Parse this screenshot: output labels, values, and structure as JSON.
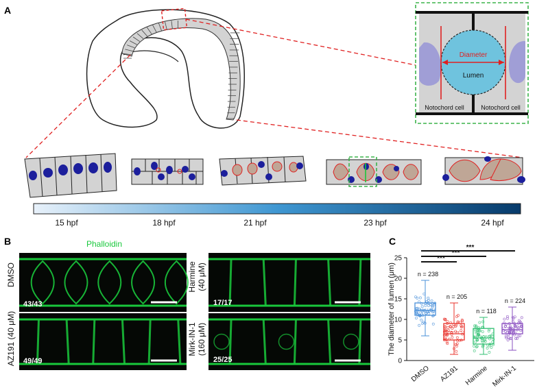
{
  "panel_a": {
    "label": "A",
    "inset": {
      "diameter_label": "Diameter",
      "lumen_label": "Lumen",
      "cell_left_label": "Notochord cell",
      "cell_right_label": "Notochord cell"
    },
    "timeline": [
      "15 hpf",
      "18 hpf",
      "21 hpf",
      "23 hpf",
      "24 hpf"
    ]
  },
  "panel_b": {
    "label": "B",
    "stain_label": "Phalloidin",
    "images": [
      {
        "condition": "DMSO",
        "count": "43/43"
      },
      {
        "condition": "AZ191  (40 μM)",
        "count": "49/49"
      },
      {
        "condition_line1": "Harmine",
        "condition_line2": "(40 μM)",
        "count": "17/17"
      },
      {
        "condition_line1": "Mirk-IN-1",
        "condition_line2": "(160 μM)",
        "count": "25/25"
      }
    ]
  },
  "panel_c": {
    "label": "C",
    "significance": [
      "***",
      "***",
      "***"
    ]
  },
  "colors": {
    "dmso": "#4a90d9",
    "az191": "#e8312a",
    "harmine": "#2fbf71",
    "mirk": "#8a4fc0",
    "phalloidin": "#19c83c",
    "dashed_red": "#e02020",
    "dashed_green": "#3bb34a"
  },
  "chart_data": {
    "type": "box",
    "title": "",
    "ylabel": "The diameter of lumen (μm)",
    "ylim": [
      0,
      25
    ],
    "yticks": [
      0,
      5,
      10,
      15,
      20,
      25
    ],
    "categories": [
      "DMSO",
      "AZ191",
      "Harmine",
      "Mirk-IN-1"
    ],
    "series": [
      {
        "category": "DMSO",
        "n_label": "n = 238",
        "min": 6,
        "q1": 11,
        "median": 12.2,
        "mean": 12.5,
        "q3": 14,
        "max": 19.5
      },
      {
        "category": "AZ191",
        "n_label": "n = 205",
        "min": 1.5,
        "q1": 5,
        "median": 6.5,
        "mean": 7,
        "q3": 9,
        "max": 14
      },
      {
        "category": "Harmine",
        "n_label": "n = 118",
        "min": 1.5,
        "q1": 4,
        "median": 5.5,
        "mean": 6,
        "q3": 7.8,
        "max": 10.5
      },
      {
        "category": "Mirk-IN-1",
        "n_label": "n = 224",
        "min": 2.5,
        "q1": 6.5,
        "median": 7.5,
        "mean": 8,
        "q3": 9,
        "max": 13
      }
    ],
    "legend": "none"
  }
}
